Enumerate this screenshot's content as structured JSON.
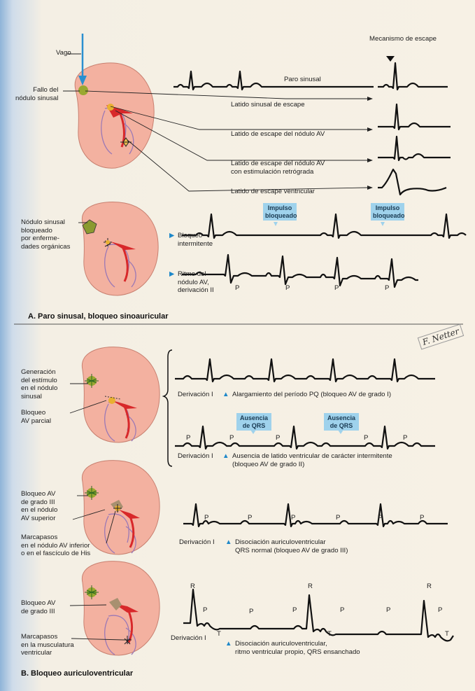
{
  "colors": {
    "heart": "#f3b1a0",
    "heart_edge": "#c88070",
    "callout": "#9fd2ec",
    "accent": "#1e88c9",
    "conduction": "#d8282a"
  },
  "section_a": {
    "title": "A. Paro sinusal, bloqueo sinoauricular",
    "vago": "Vago",
    "fallo": "Fallo del\nnódulo sinusal",
    "mecanismo": "Mecanismo de escape",
    "paro": "Paro sinusal",
    "latido_sinusal": "Latido sinusal de escape",
    "latido_av": "Latido de escape del nódulo AV",
    "latido_av_retro": "Latido de escape del nódulo AV\ncon estimulación retrógrada",
    "latido_ventricular": "Latido de escape ventricular",
    "nodulo_bloqueado": "Nódulo sinusal\nbloqueado\npor enferme-\ndades orgánicas",
    "impulso1": "Impulso\nbloqueado",
    "impulso2": "Impulso\nbloqueado",
    "bloqueo_intermitente": "Bloqueo\nintermitente",
    "ritmo": "Ritmo del\nnódulo AV,\nderivación II",
    "p_labels": [
      "P",
      "P",
      "P",
      "P"
    ]
  },
  "section_b": {
    "title": "B. Bloqueo auriculoventricular",
    "generacion": "Generación\ndel estímulo\nen el nódulo\nsinusal",
    "bloqueo_parcial": "Bloqueo\nAV parcial",
    "derivacion": "Derivación I",
    "caption1": "Alargamiento del período PQ (bloqueo AV de grado I)",
    "ausencia1": "Ausencia\nde QRS",
    "ausencia2": "Ausencia\nde QRS",
    "caption2": "Ausencia de latido ventricular de carácter intermitente\n(bloqueo AV de grado II)",
    "bloqueo_iii_sup": "Bloqueo AV\nde grado III\nen el nódulo\nAV superior",
    "marcapasos_av": "Marcapasos\nen el nódulo AV inferior\no en el fascículo de His",
    "caption3": "Disociación auriculoventricular\nQRS normal (bloqueo AV de grado III)",
    "bloqueo_iii": "Bloqueo AV\nde grado III",
    "marcapasos_musc": "Marcapasos\nen la musculatura\nventricular",
    "caption4": "Disociación auriculoventricular,\nritmo ventricular propio, QRS ensanchado",
    "p": "P",
    "r": "R",
    "t": "T"
  }
}
